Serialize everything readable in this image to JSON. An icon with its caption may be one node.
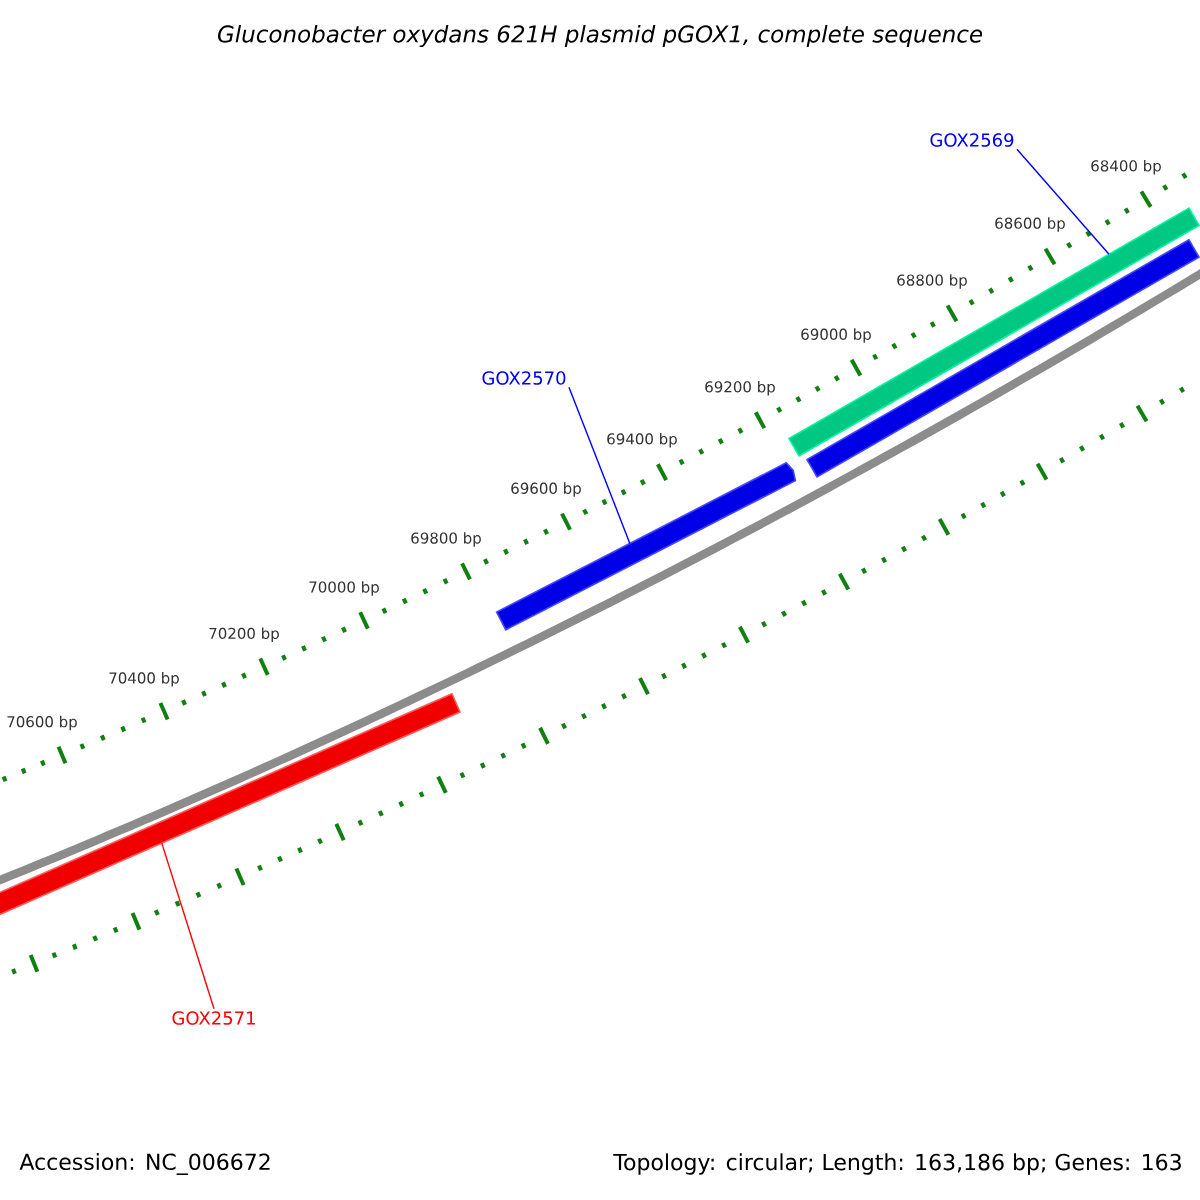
{
  "diagram": {
    "title": "Gluconobacter oxydans 621H plasmid pGOX1, complete sequence",
    "nodes": [
      {
        "text": [
          "GOX2569"
        ]
      },
      {
        "text": [
          "GOX2570"
        ]
      },
      {
        "text": [
          "GOX2571"
        ]
      },
      {
        "text": [],
        "shape": "bar"
      },
      {
        "text": [],
        "shape": "bar"
      },
      {
        "text": [],
        "shape": "bar"
      },
      {
        "text": [],
        "shape": "bar"
      }
    ],
    "edges": [
      {
        "from": 0,
        "to": 3,
        "arrow": "none"
      },
      {
        "from": 1,
        "to": 5,
        "arrow": "none"
      },
      {
        "from": 2,
        "to": 6,
        "arrow": "none",
        "color": "#ff0000"
      }
    ],
    "labels": [
      "68400 bp",
      "68600 bp",
      "68800 bp",
      "69000 bp",
      "69200 bp",
      "69400 bp",
      "69600 bp",
      "69800 bp",
      "70000 bp",
      "70200 bp",
      "70400 bp",
      "70600 bp",
      "Accession: NC_006672",
      "Topology: circular; Length: 163,186 bp; Genes: 163"
    ]
  }
}
